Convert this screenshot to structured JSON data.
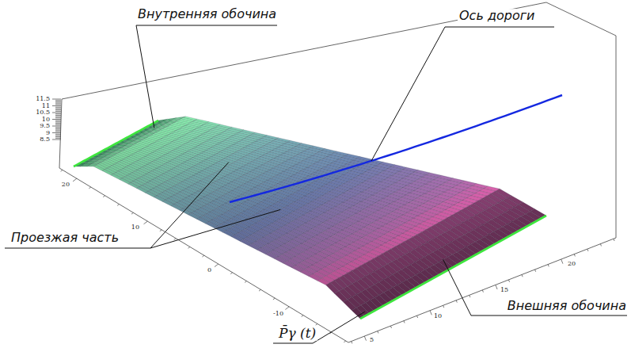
{
  "diagram": {
    "labels": [
      "Внутренняя обочина",
      "Ось дороги",
      "Проезжая часть",
      "Внешняя обочина",
      "P̄γ (t)",
      "11.5",
      "11",
      "10.5",
      "10",
      "9.5",
      "9",
      "8.5",
      "20",
      "10",
      "0",
      "-10",
      "5",
      "10",
      "15",
      "20"
    ]
  }
}
